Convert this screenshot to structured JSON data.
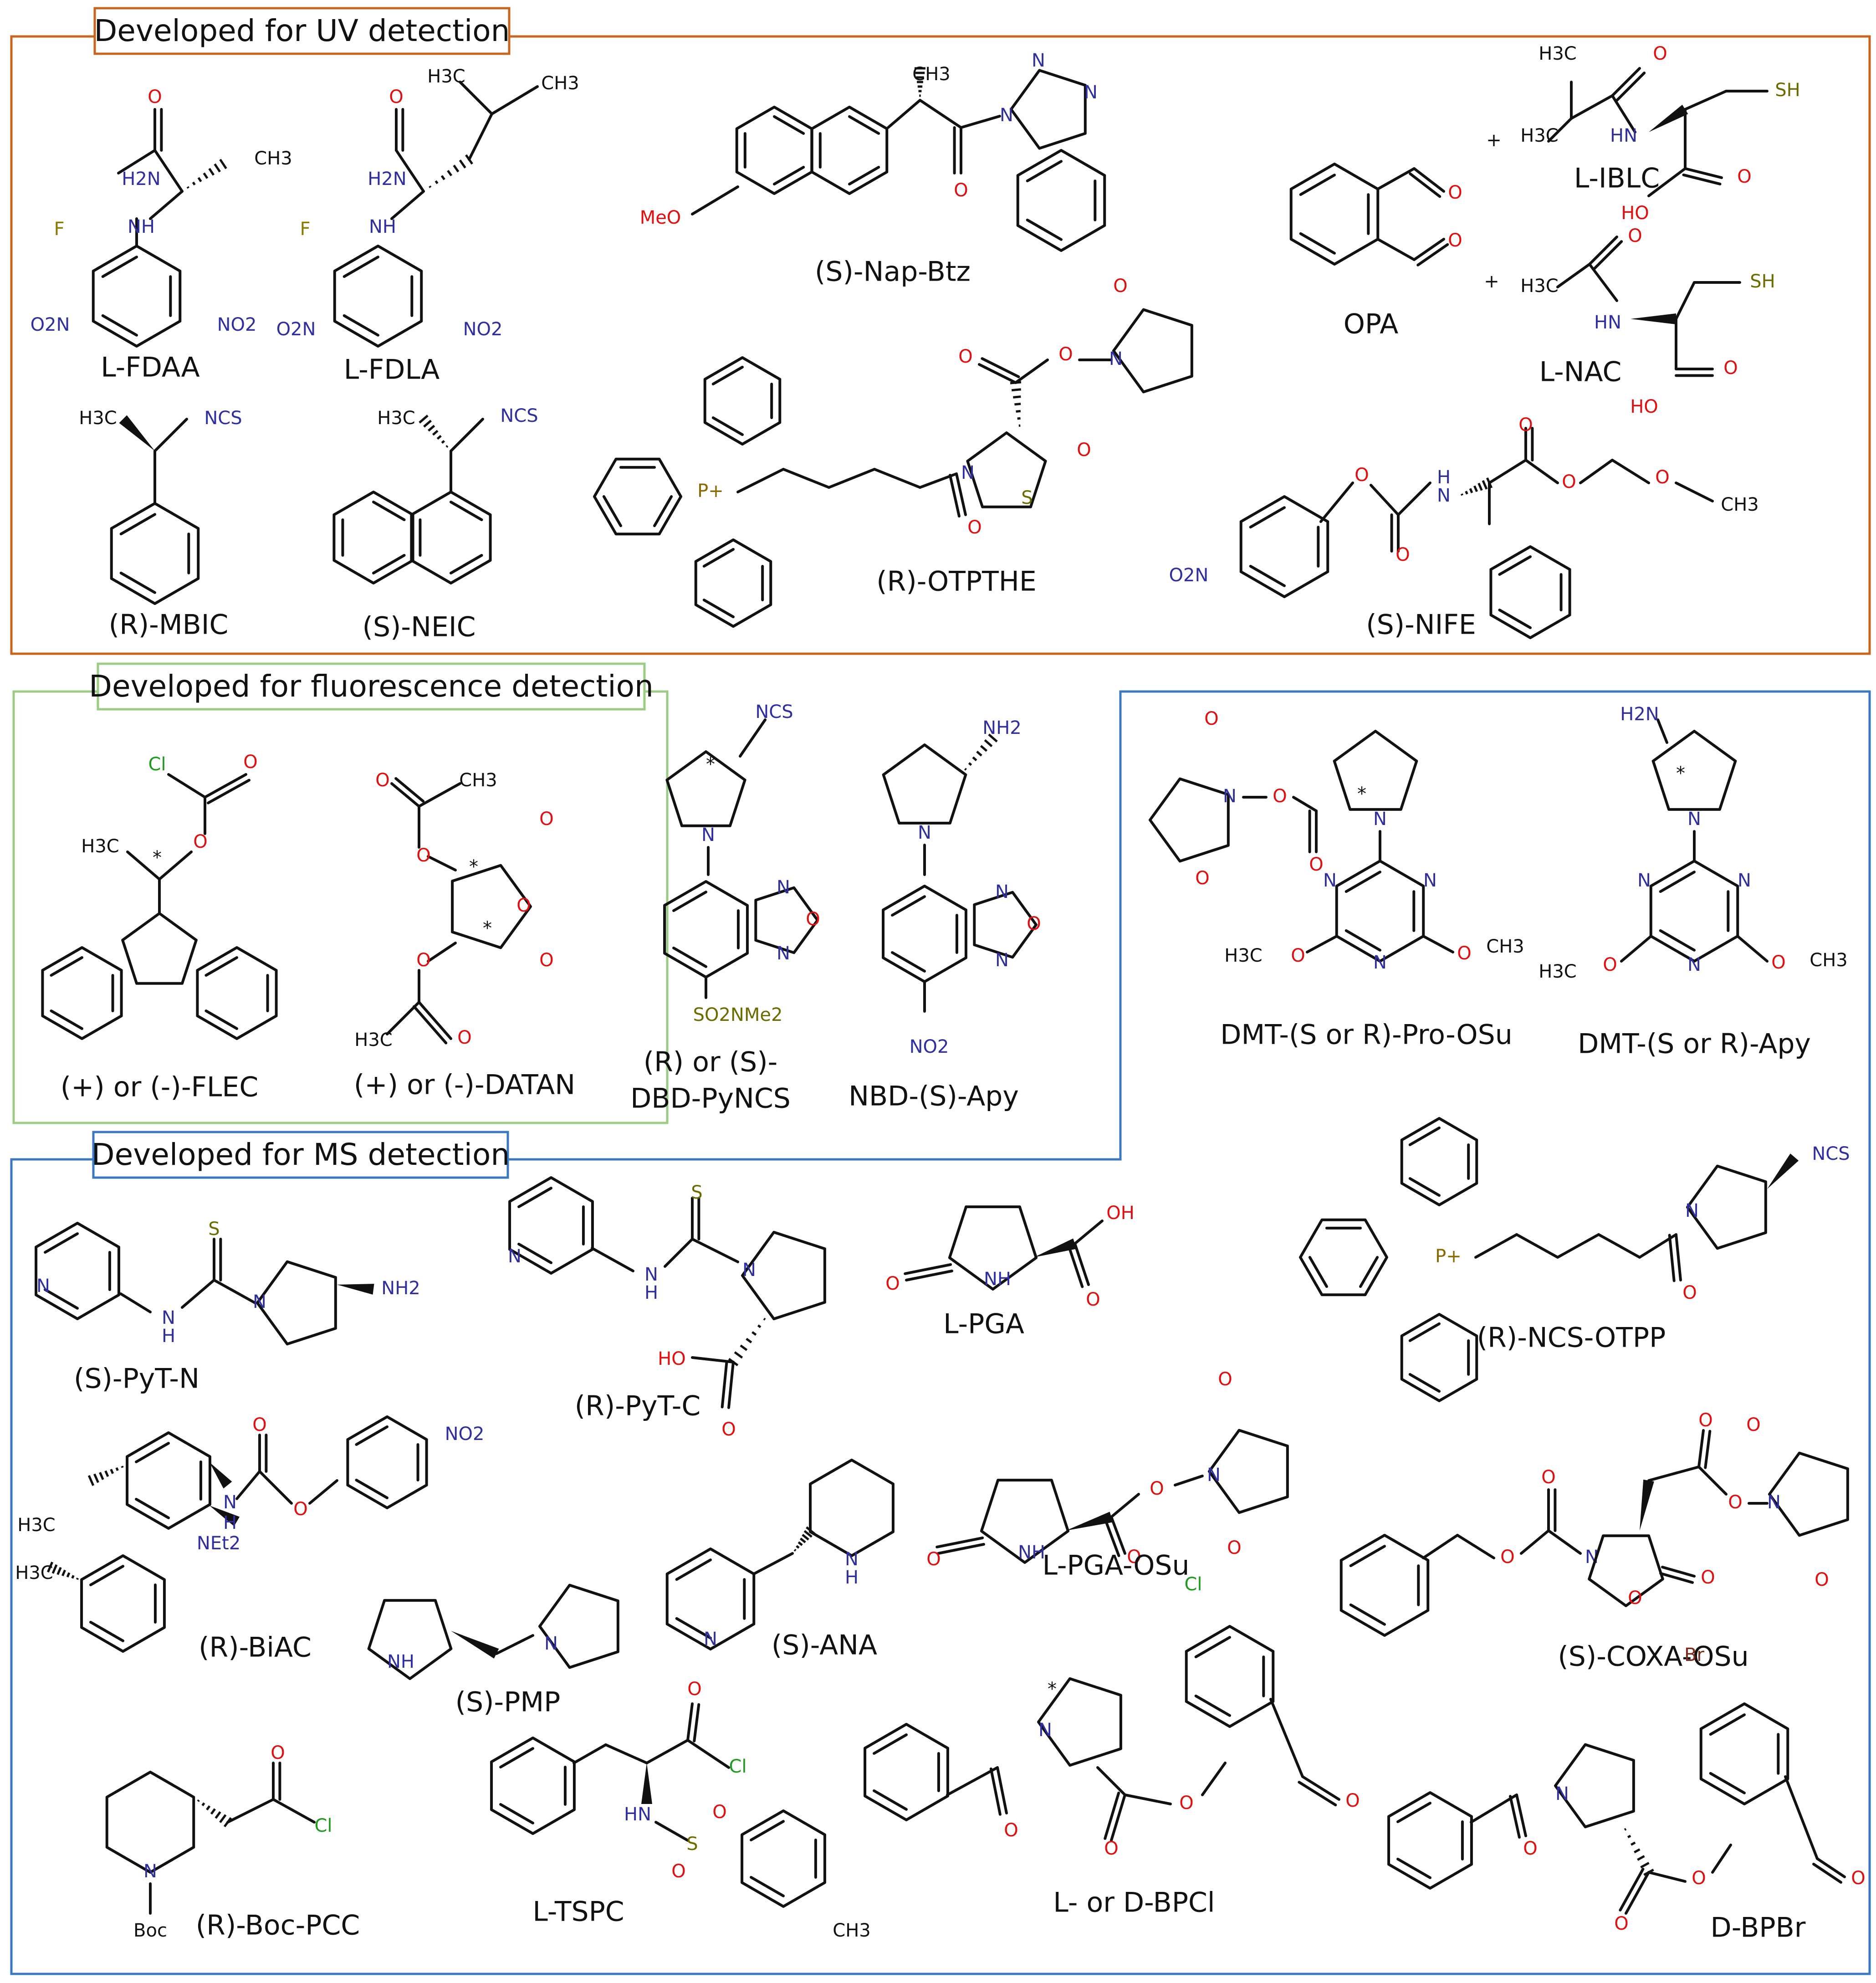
{
  "panels": [
    {
      "key": "uv",
      "title": "Developed for UV detection",
      "color": "#c8641c"
    },
    {
      "key": "fl",
      "title": "Developed for fluorescence detection",
      "color": "#9ccb86"
    },
    {
      "key": "ms",
      "title": "Developed for MS detection",
      "color": "#3a78c0"
    }
  ],
  "names": {
    "lfdaa": "L-FDAA",
    "lfdla": "L-FDLA",
    "napbtz": "(S)-Nap-Btz",
    "opa": "OPA",
    "libIc": "L-IBLC",
    "lnac": "L-NAC",
    "rmbic": "(R)-MBIC",
    "sneic": "(S)-NEIC",
    "rotpthe": "(R)-OTPTHE",
    "snife": "(S)-NIFE",
    "flec": "(+) or (-)-FLEC",
    "datan": "(+) or (-)-DATAN",
    "dbd1": "(R) or (S)-",
    "dbd2": "DBD-PyNCS",
    "nbd": "NBD-(S)-Apy",
    "dmtpro": "DMT-(S or R)-Pro-OSu",
    "dmtapy": "DMT-(S or R)-Apy",
    "spytn": "(S)-PyT-N",
    "rpytc": "(R)-PyT-C",
    "lpga": "L-PGA",
    "rncsotpp": "(R)-NCS-OTPP",
    "rbiac": "(R)-BiAC",
    "spmp": "(S)-PMP",
    "sana": "(S)-ANA",
    "lpgaosu": "L-PGA-OSu",
    "scoxaosu": "(S)-COXA-OSu",
    "rbocpcc": "(R)-Boc-PCC",
    "ltspc": "L-TSPC",
    "bpcl": "L- or D-BPCl",
    "dbpbr": "D-BPBr"
  },
  "atoms": {
    "O": "O",
    "N": "N",
    "NH": "NH",
    "HN": "HN",
    "H2N": "H2N",
    "NH2": "NH2",
    "F": "F",
    "S": "S",
    "SH": "SH",
    "Cl": "Cl",
    "Br": "Br",
    "NCS": "NCS",
    "NO2": "NO2",
    "O2N": "O2N",
    "CH3": "CH3",
    "H3C": "H3C",
    "MeO": "MeO",
    "HO": "HO",
    "OH": "OH",
    "P": "P+",
    "SO2NMe2": "SO2NMe2",
    "NEt2": "NEt2",
    "Boc": "Boc",
    "H": "H",
    "star": "*",
    "plus": "+"
  }
}
